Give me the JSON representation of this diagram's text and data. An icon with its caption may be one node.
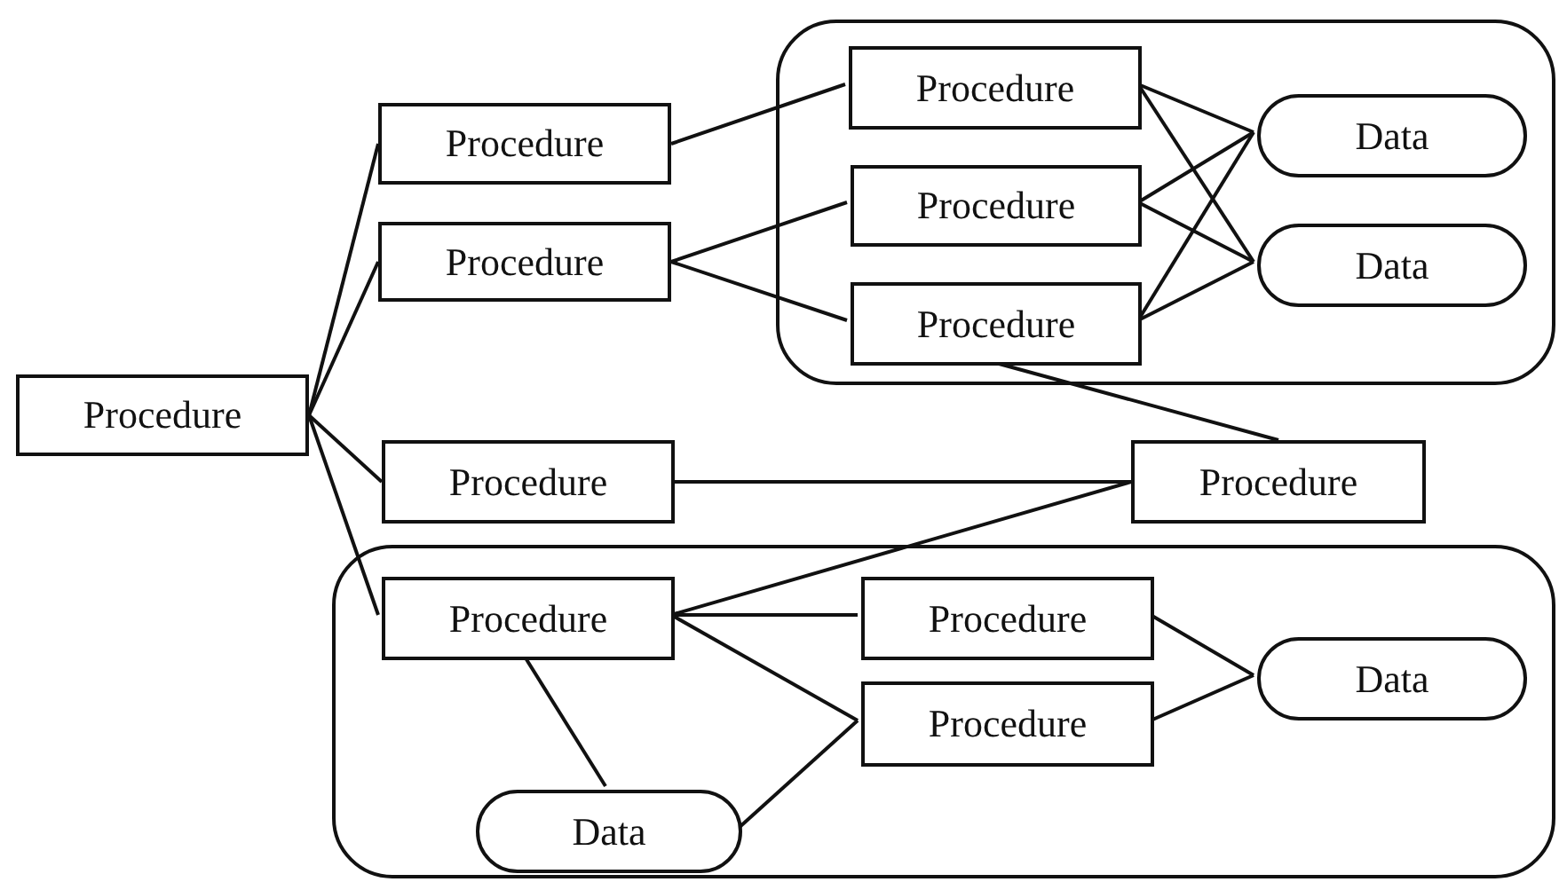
{
  "diagram": {
    "nodes": [
      {
        "text": [],
        "shape": "box"
      },
      {
        "text": [
          "Procedure"
        ],
        "in": 0
      },
      {
        "text": [
          "Procedure"
        ],
        "in": 0
      },
      {
        "text": [
          "Procedure"
        ],
        "in": 0
      },
      {
        "text": [
          "Data"
        ],
        "in": 0
      },
      {
        "text": [
          "Data"
        ],
        "in": 0
      },
      {
        "text": [
          "Procedure"
        ]
      },
      {
        "text": [
          "Procedure"
        ]
      },
      {
        "text": [
          "Procedure"
        ]
      },
      {
        "text": [
          "Procedure"
        ]
      },
      {
        "text": [
          "Procedure"
        ]
      },
      {
        "text": [],
        "shape": "box"
      },
      {
        "text": [
          "Procedure"
        ],
        "in": 11
      },
      {
        "text": [
          "Procedure"
        ],
        "in": 11
      },
      {
        "text": [
          "Procedure"
        ],
        "in": 11
      },
      {
        "text": [
          "Data"
        ],
        "in": 11
      },
      {
        "text": [
          "Data"
        ],
        "in": 11
      }
    ],
    "edges": [
      {
        "from": 8,
        "to": 6,
        "arrow": "none"
      },
      {
        "from": 8,
        "to": 7,
        "arrow": "none"
      },
      {
        "from": 8,
        "to": 9,
        "arrow": "none"
      },
      {
        "from": 8,
        "to": 12,
        "arrow": "none"
      },
      {
        "from": 6,
        "to": 1,
        "arrow": "none"
      },
      {
        "from": 7,
        "to": 2,
        "arrow": "none"
      },
      {
        "from": 7,
        "to": 3,
        "arrow": "none"
      },
      {
        "from": 1,
        "to": 4,
        "arrow": "none"
      },
      {
        "from": 1,
        "to": 5,
        "arrow": "none"
      },
      {
        "from": 2,
        "to": 4,
        "arrow": "none"
      },
      {
        "from": 2,
        "to": 5,
        "arrow": "none"
      },
      {
        "from": 3,
        "to": 4,
        "arrow": "none"
      },
      {
        "from": 3,
        "to": 5,
        "arrow": "none"
      },
      {
        "from": 3,
        "to": 10,
        "arrow": "none"
      },
      {
        "from": 9,
        "to": 10,
        "arrow": "none"
      },
      {
        "from": 12,
        "to": 10,
        "arrow": "none"
      },
      {
        "from": 12,
        "to": 13,
        "arrow": "none"
      },
      {
        "from": 12,
        "to": 14,
        "arrow": "none"
      },
      {
        "from": 12,
        "to": 16,
        "arrow": "none"
      },
      {
        "from": 13,
        "to": 15,
        "arrow": "none"
      },
      {
        "from": 14,
        "to": 15,
        "arrow": "none"
      },
      {
        "from": 16,
        "to": 14,
        "arrow": "none"
      }
    ]
  }
}
